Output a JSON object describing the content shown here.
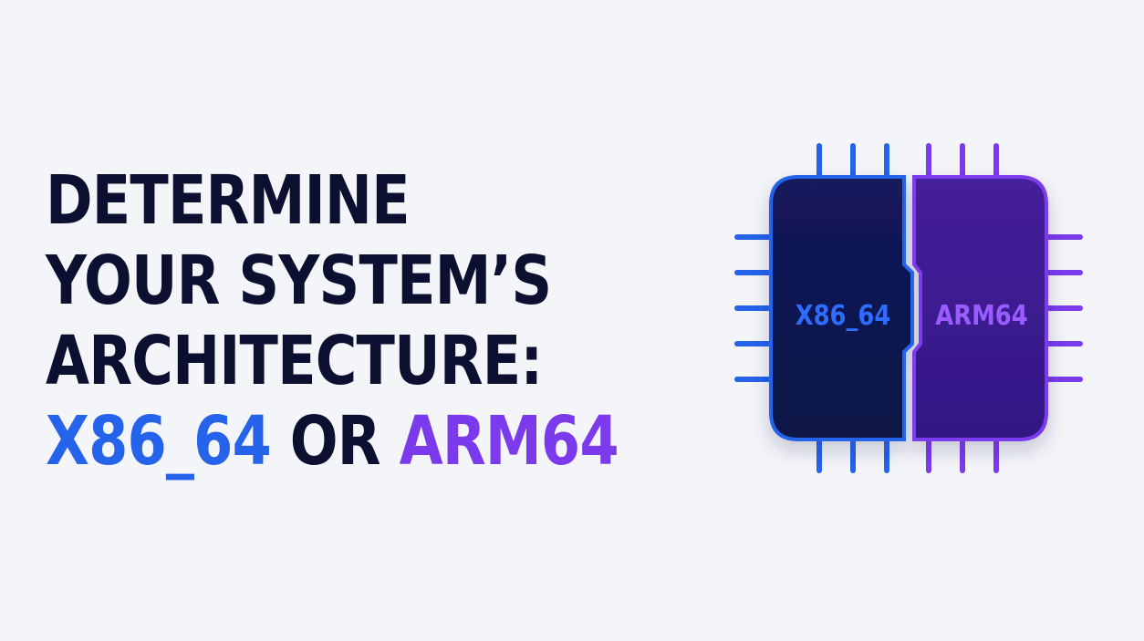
{
  "headline": {
    "line1": "DETERMINE",
    "line2": "YOUR SYSTEM’S",
    "line3": "ARCHITECTURE:",
    "arch1": "X86_64",
    "connector": "OR",
    "arch2": "ARM64"
  },
  "chip": {
    "left_label": "X86_64",
    "right_label": "ARM64"
  },
  "colors": {
    "background": "#f4f5f9",
    "headline_text": "#0b1030",
    "x86_blue": "#2563eb",
    "arm_purple": "#7c3aed",
    "chip_left_body": "#0f1650",
    "chip_right_body": "#3a1a8e"
  }
}
